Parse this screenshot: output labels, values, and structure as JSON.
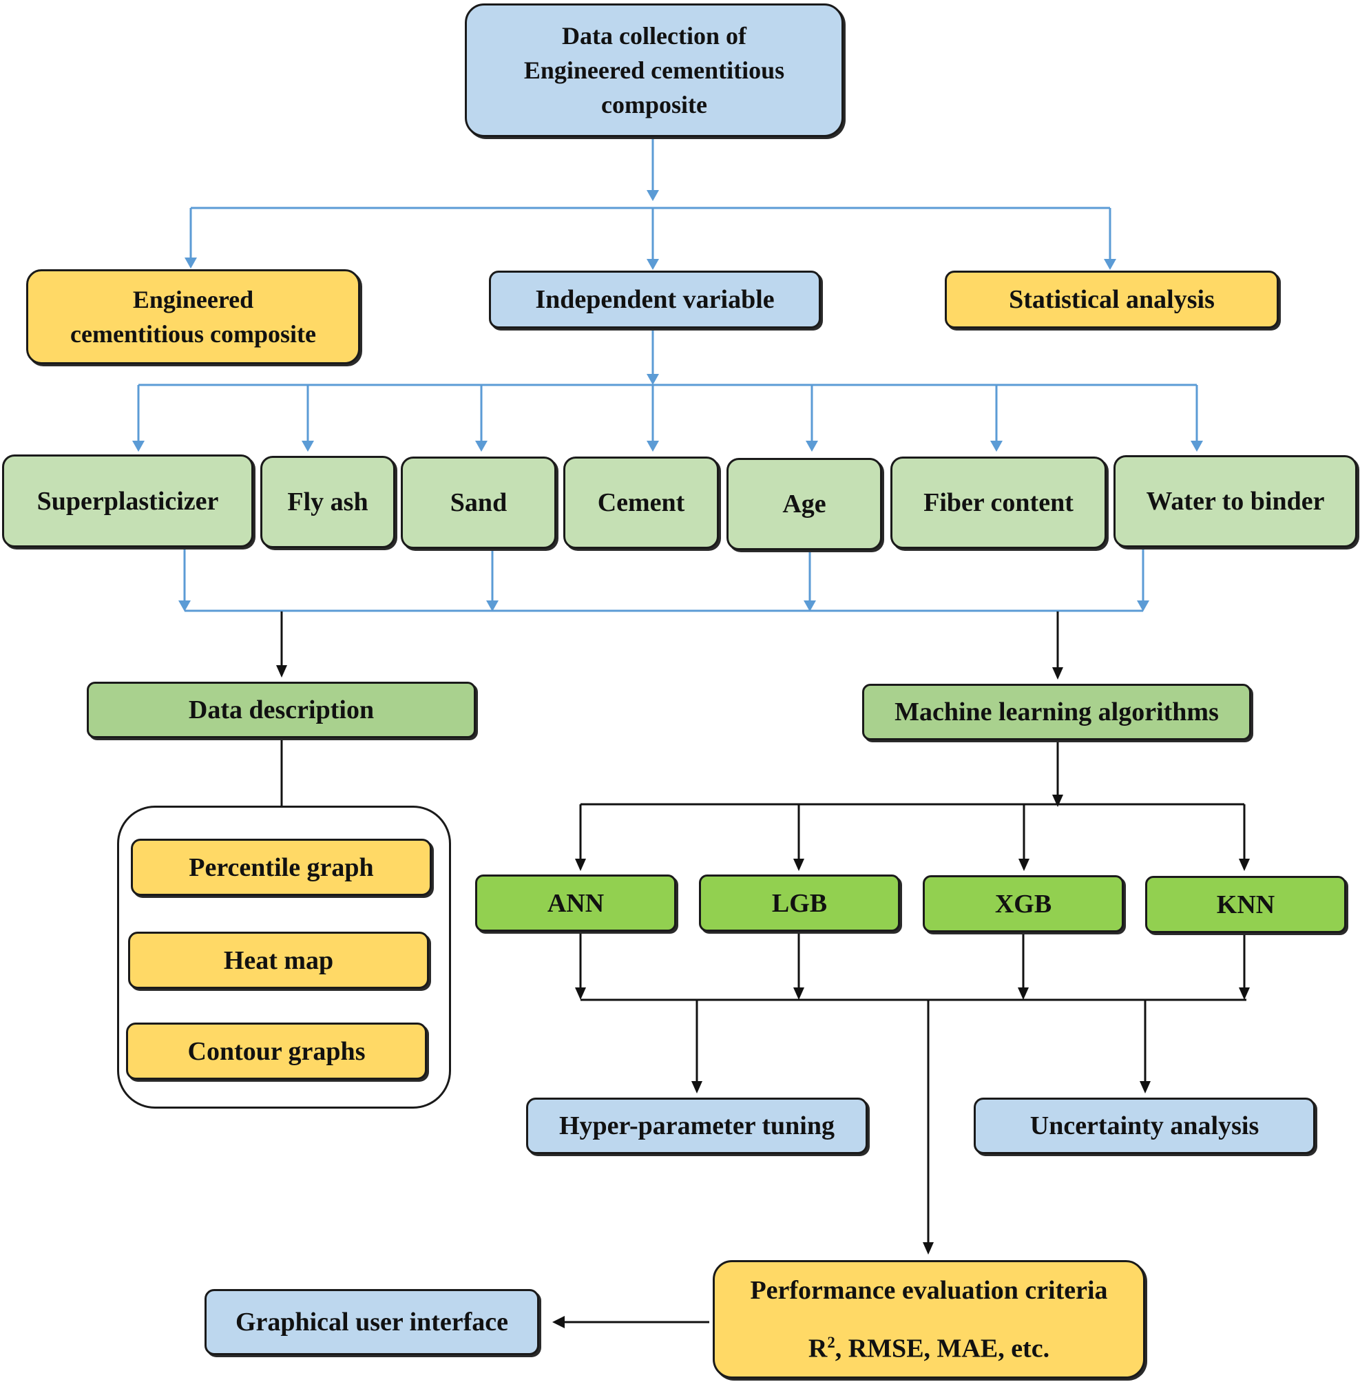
{
  "root": {
    "line1": "Data collection of",
    "line2": "Engineered cementitious",
    "line3": "composite"
  },
  "level1": {
    "ecc_line1": "Engineered",
    "ecc_line2": "cementitious composite",
    "independent_variable": "Independent variable",
    "statistical_analysis": "Statistical analysis"
  },
  "variables": [
    "Superplasticizer",
    "Fly ash",
    "Sand",
    "Cement",
    "Age",
    "Fiber content",
    "Water to binder"
  ],
  "data_description": {
    "title": "Data description",
    "items": [
      "Percentile graph",
      "Heat map",
      "Contour graphs"
    ]
  },
  "machine_learning": {
    "title": "Machine learning algorithms",
    "algorithms": [
      "ANN",
      "LGB",
      "XGB",
      "KNN"
    ]
  },
  "hyper_parameter_tuning": "Hyper-parameter tuning",
  "uncertainty_analysis": "Uncertainty analysis",
  "performance": {
    "line1": "Performance evaluation criteria",
    "r_base": "R",
    "r_sup": "2",
    "rest": ", RMSE, MAE, etc."
  },
  "gui": "Graphical user interface",
  "colors": {
    "blue_fill": "#bdd7ee",
    "yellow_fill": "#ffd966",
    "light_green_fill": "#c5e0b4",
    "mid_green_fill": "#a9d18e",
    "bright_green_fill": "#92d050",
    "blue_connector": "#5b9bd5",
    "black_connector": "#111111"
  }
}
